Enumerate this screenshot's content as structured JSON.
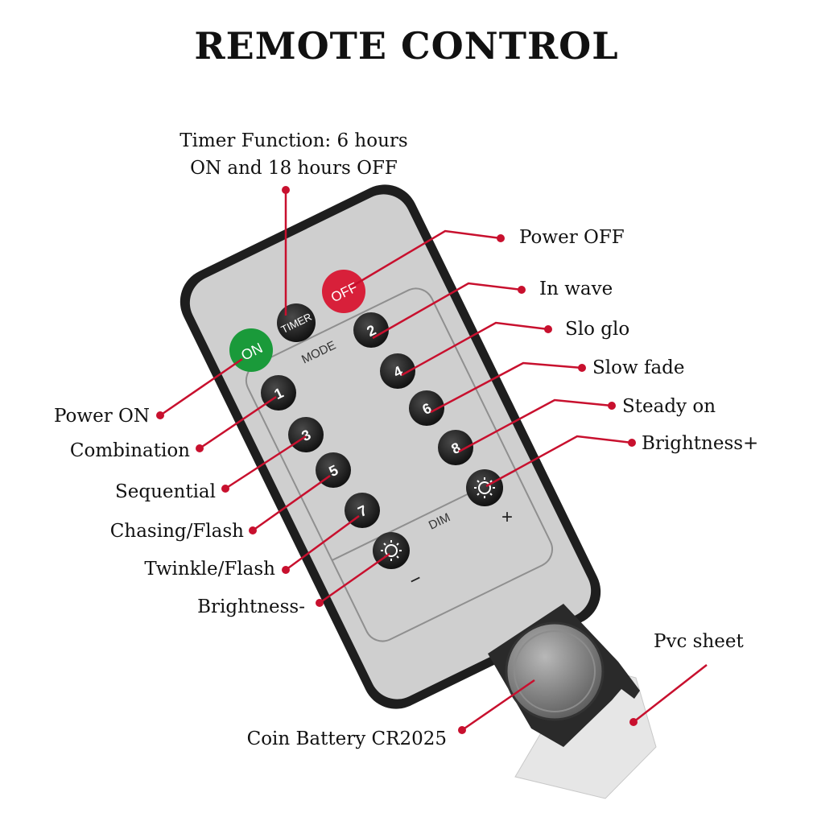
{
  "title": "REMOTE CONTROL",
  "colors": {
    "leader": "#c8102e",
    "on_button": "#1a9a3a",
    "off_button": "#d8203a",
    "body": "#cfcfcf",
    "button": "#1c1c1c"
  },
  "remote": {
    "mode_label": "MODE",
    "dim_label": "DIM",
    "plus_label": "+",
    "minus_label": "−",
    "buttons": {
      "on": "ON",
      "timer": "TIMER",
      "off": "OFF",
      "b1": "1",
      "b2": "2",
      "b3": "3",
      "b4": "4",
      "b5": "5",
      "b6": "6",
      "b7": "7",
      "b8": "8"
    },
    "icons": {
      "brightness_up": "sun-icon",
      "brightness_down": "sun-icon"
    }
  },
  "labels": {
    "timer_line1": "Timer Function: 6 hours",
    "timer_line2": "ON and 18 hours OFF",
    "power_off": "Power OFF",
    "in_wave": "In wave",
    "slo_glo": "Slo glo",
    "slow_fade": "Slow fade",
    "steady_on": "Steady on",
    "brightness_plus": "Brightness+",
    "power_on": "Power ON",
    "combination": "Combination",
    "sequential": "Sequential",
    "chasing_flash": "Chasing/Flash",
    "twinkle_flash": "Twinkle/Flash",
    "brightness_minus": "Brightness-",
    "pvc_sheet": "Pvc sheet",
    "coin_battery": "Coin Battery CR2025"
  }
}
